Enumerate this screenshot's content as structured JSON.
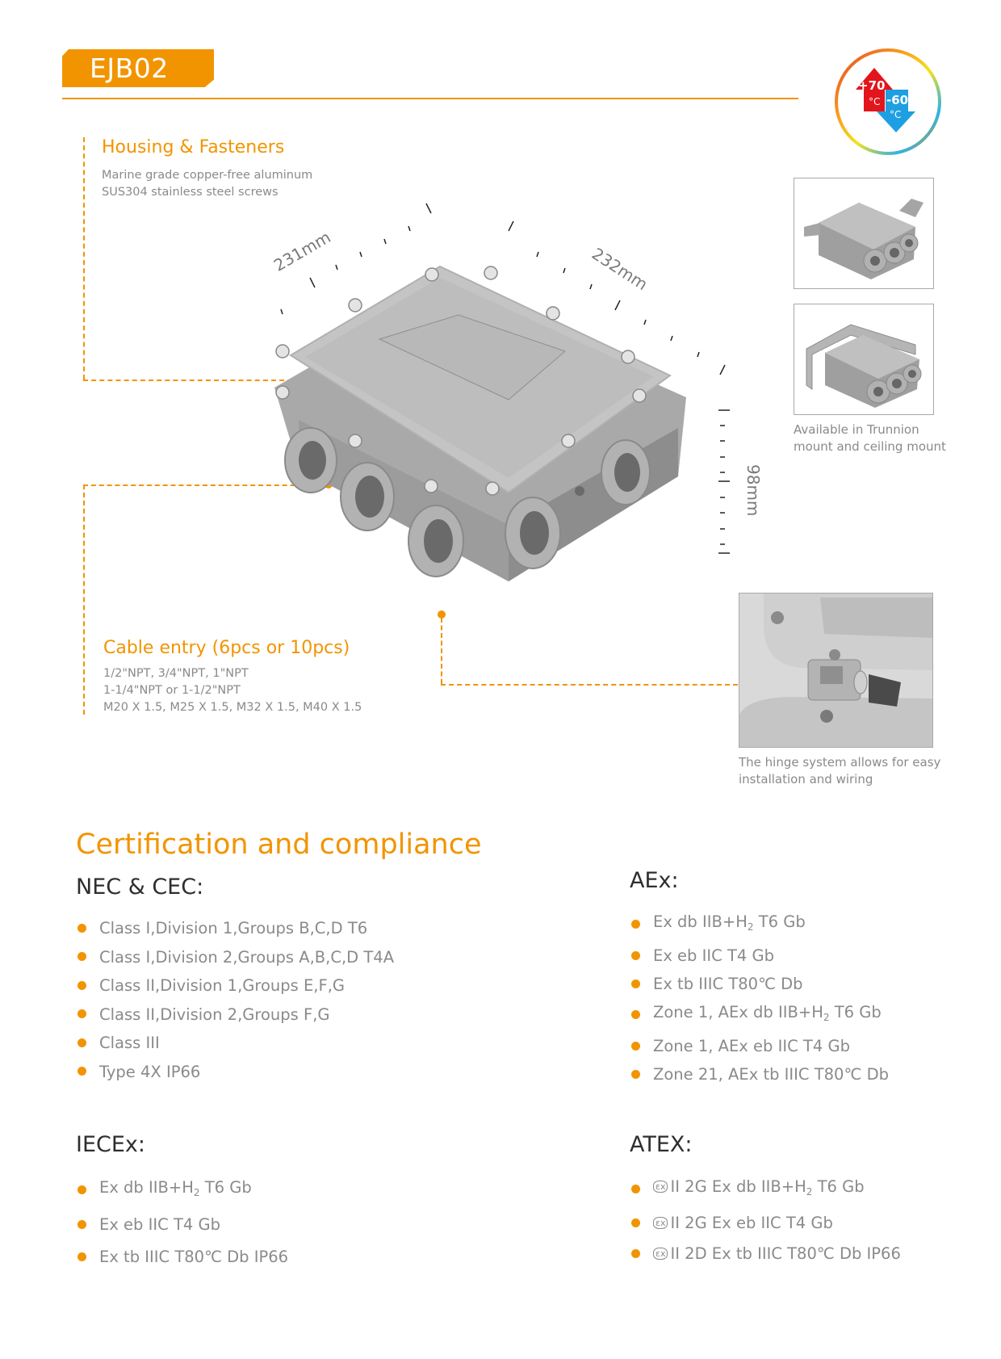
{
  "header": {
    "model": "EJB02",
    "accent_color": "#f29400"
  },
  "temperature_badge": {
    "icon": "temperature-range-icon",
    "max_value": "+70",
    "max_unit": "°C",
    "min_value": "-60",
    "min_unit": "°C",
    "max_color": "#e3141b",
    "min_color": "#1e9fe2"
  },
  "features": {
    "housing": {
      "title": "Housing & Fasteners",
      "lines": [
        "Marine grade copper-free aluminum",
        "SUS304 stainless steel screws"
      ]
    },
    "cable_entry": {
      "title": "Cable entry (6pcs or 10pcs)",
      "lines": [
        "1/2\"NPT,  3/4\"NPT,  1\"NPT",
        "1-1/4\"NPT or 1-1/2\"NPT",
        "M20 X 1.5,  M25 X 1.5,  M32 X 1.5,  M40 X 1.5"
      ]
    }
  },
  "dimensions": {
    "length": "231mm",
    "width": "232mm",
    "height": "98mm"
  },
  "mounting": {
    "caption_lines": [
      "Available in Trunnion",
      "mount and ceiling mount"
    ]
  },
  "hinge": {
    "caption_lines": [
      "The hinge system allows for easy",
      "installation and wiring"
    ]
  },
  "certification": {
    "title": "Certification and compliance",
    "groups": [
      {
        "heading": "NEC & CEC:",
        "items": [
          "Class I,Division 1,Groups B,C,D T6",
          "Class I,Division 2,Groups A,B,C,D T4A",
          "Class II,Division 1,Groups E,F,G",
          "Class II,Division 2,Groups F,G",
          "Class III",
          "Type 4X IP66"
        ]
      },
      {
        "heading": "AEx:",
        "items": [
          {
            "pre": "Ex db IIB+H",
            "sub": "2",
            "post": " T6 Gb"
          },
          "Ex eb IIC T4 Gb",
          "Ex tb IIIC T80℃ Db",
          {
            "pre": "Zone 1, AEx db IIB+H",
            "sub": "2",
            "post": "  T6 Gb"
          },
          "Zone 1, AEx eb IIC T4 Gb",
          "Zone 21, AEx tb IIIC T80℃ Db"
        ]
      },
      {
        "heading": "IECEx:",
        "items": [
          {
            "pre": "Ex db IIB+H",
            "sub": "2",
            "post": " T6 Gb"
          },
          "Ex eb IIC T4 Gb",
          "Ex tb IIIC T80℃ Db IP66"
        ]
      },
      {
        "heading": "ATEX:",
        "ex_mark": "εx",
        "items": [
          {
            "pre": "II 2G Ex db IIB+H",
            "sub": "2",
            "post": " T6 Gb"
          },
          "II 2G Ex eb IIC T4 Gb",
          "II 2D Ex tb IIIC T80℃ Db IP66"
        ]
      }
    ]
  }
}
